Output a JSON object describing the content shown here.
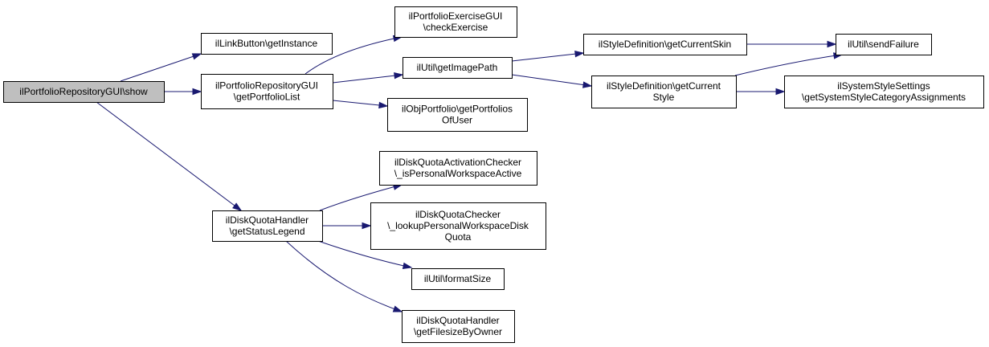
{
  "diagram": {
    "nodes": [
      {
        "id": "root",
        "lines": [
          "ilPortfolioRepositoryGUI\\show"
        ],
        "root": true
      },
      {
        "id": "n_linkbutton",
        "lines": [
          "ilLinkButton\\getInstance"
        ]
      },
      {
        "id": "n_getportfoliolist",
        "lines": [
          "ilPortfolioRepositoryGUI",
          "\\getPortfolioList"
        ]
      },
      {
        "id": "n_checkexercise",
        "lines": [
          "ilPortfolioExerciseGUI",
          "\\checkExercise"
        ]
      },
      {
        "id": "n_getimagepath",
        "lines": [
          "ilUtil\\getImagePath"
        ]
      },
      {
        "id": "n_getportfoliosofuser",
        "lines": [
          "ilObjPortfolio\\getPortfolios",
          "OfUser"
        ]
      },
      {
        "id": "n_getcurrentskin",
        "lines": [
          "ilStyleDefinition\\getCurrentSkin"
        ]
      },
      {
        "id": "n_getcurrentstyle",
        "lines": [
          "ilStyleDefinition\\getCurrent",
          "Style"
        ]
      },
      {
        "id": "n_sendfailure",
        "lines": [
          "ilUtil\\sendFailure"
        ]
      },
      {
        "id": "n_getsystemstylecat",
        "lines": [
          "ilSystemStyleSettings",
          "\\getSystemStyleCategoryAssignments"
        ]
      },
      {
        "id": "n_getstatuslegend",
        "lines": [
          "ilDiskQuotaHandler",
          "\\getStatusLegend"
        ]
      },
      {
        "id": "n_ispersonalworkspace",
        "lines": [
          "ilDiskQuotaActivationChecker",
          "\\_isPersonalWorkspaceActive"
        ]
      },
      {
        "id": "n_lookupquota",
        "lines": [
          "ilDiskQuotaChecker",
          "\\_lookupPersonalWorkspaceDisk",
          "Quota"
        ]
      },
      {
        "id": "n_formatsize",
        "lines": [
          "ilUtil\\formatSize"
        ]
      },
      {
        "id": "n_getfilesizebyowner",
        "lines": [
          "ilDiskQuotaHandler",
          "\\getFilesizeByOwner"
        ]
      }
    ],
    "edges": [
      {
        "from": "root",
        "to": "n_linkbutton"
      },
      {
        "from": "root",
        "to": "n_getportfoliolist"
      },
      {
        "from": "root",
        "to": "n_getstatuslegend"
      },
      {
        "from": "n_getportfoliolist",
        "to": "n_checkexercise"
      },
      {
        "from": "n_getportfoliolist",
        "to": "n_getimagepath"
      },
      {
        "from": "n_getportfoliolist",
        "to": "n_getportfoliosofuser"
      },
      {
        "from": "n_getimagepath",
        "to": "n_getcurrentskin"
      },
      {
        "from": "n_getimagepath",
        "to": "n_getcurrentstyle"
      },
      {
        "from": "n_getcurrentskin",
        "to": "n_sendfailure"
      },
      {
        "from": "n_getcurrentstyle",
        "to": "n_sendfailure"
      },
      {
        "from": "n_getcurrentstyle",
        "to": "n_getsystemstylecat"
      },
      {
        "from": "n_getstatuslegend",
        "to": "n_ispersonalworkspace"
      },
      {
        "from": "n_getstatuslegend",
        "to": "n_lookupquota"
      },
      {
        "from": "n_getstatuslegend",
        "to": "n_formatsize"
      },
      {
        "from": "n_getstatuslegend",
        "to": "n_getfilesizebyowner"
      }
    ]
  },
  "colors": {
    "edge": "#191970",
    "root_fill": "#bfbfbf",
    "node_fill": "#ffffff",
    "node_border": "#000000"
  }
}
